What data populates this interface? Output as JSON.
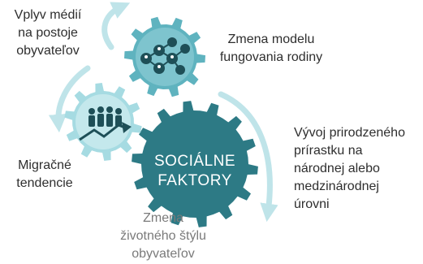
{
  "diagram": {
    "core": {
      "line1": "SOCIÁLNE",
      "line2": "FAKTORY"
    },
    "labels": {
      "media": [
        "Vplyv médií",
        "na postoje",
        "obyvateľov"
      ],
      "family": [
        "Zmena modelu",
        "fungovania rodiny"
      ],
      "growth": [
        "Vývoj prirodzeného",
        "prírastku na",
        "národnej alebo",
        "medzinárodnej",
        "úrovni"
      ],
      "migration": [
        "Migračné",
        "tendencie"
      ],
      "lifestyle": [
        "Zmena",
        "životného štýlu",
        "obyvateľov"
      ]
    },
    "icons": {
      "small_gear": "people-network-icon",
      "medium_gear": "people-growth-chart-icon"
    },
    "colors": {
      "dark_teal": "#2d7a85",
      "medium_teal": "#5fb3bf",
      "light_teal": "#a6dbe2",
      "arrow": "#bfe4e9",
      "text": "#2e2e2e",
      "muted_text": "#7a7a7a"
    }
  }
}
